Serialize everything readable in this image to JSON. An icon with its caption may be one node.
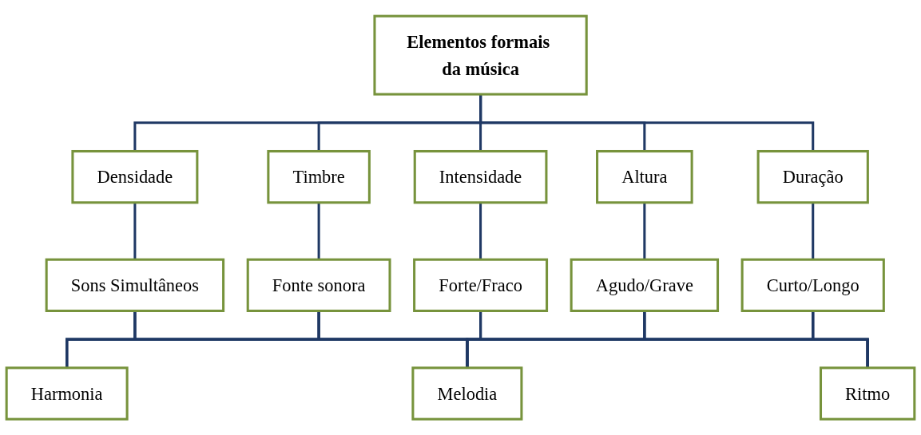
{
  "diagram": {
    "nodes": [
      {
        "text": [
          "Elementos formais da música"
        ]
      },
      {
        "text": [
          "Densidade"
        ]
      },
      {
        "text": [
          "Timbre"
        ]
      },
      {
        "text": [
          "Intensidade"
        ]
      },
      {
        "text": [
          "Altura"
        ]
      },
      {
        "text": [
          "Duração"
        ]
      },
      {
        "text": [
          "Sons Simultâneos"
        ]
      },
      {
        "text": [
          "Fonte sonora"
        ]
      },
      {
        "text": [
          "Forte/Fraco"
        ]
      },
      {
        "text": [
          "Agudo/Grave"
        ]
      },
      {
        "text": [
          "Curto/Longo"
        ]
      },
      {
        "text": [
          "Harmonia"
        ]
      },
      {
        "text": [
          "Melodia"
        ]
      },
      {
        "text": [
          "Ritmo"
        ]
      }
    ],
    "edges": [
      {
        "from": 0,
        "to": 1,
        "arrow": "none"
      },
      {
        "from": 0,
        "to": 2,
        "arrow": "none"
      },
      {
        "from": 0,
        "to": 3,
        "arrow": "none"
      },
      {
        "from": 0,
        "to": 4,
        "arrow": "none"
      },
      {
        "from": 0,
        "to": 5,
        "arrow": "none"
      },
      {
        "from": 1,
        "to": 6,
        "arrow": "none"
      },
      {
        "from": 2,
        "to": 7,
        "arrow": "none"
      },
      {
        "from": 3,
        "to": 8,
        "arrow": "none"
      },
      {
        "from": 4,
        "to": 9,
        "arrow": "none"
      },
      {
        "from": 5,
        "to": 10,
        "arrow": "none"
      },
      {
        "from": 6,
        "to": 11,
        "arrow": "none"
      },
      {
        "from": 6,
        "to": 12,
        "arrow": "none"
      },
      {
        "from": 6,
        "to": 13,
        "arrow": "none"
      },
      {
        "from": 7,
        "to": 11,
        "arrow": "none"
      },
      {
        "from": 7,
        "to": 12,
        "arrow": "none"
      },
      {
        "from": 7,
        "to": 13,
        "arrow": "none"
      },
      {
        "from": 8,
        "to": 11,
        "arrow": "none"
      },
      {
        "from": 8,
        "to": 12,
        "arrow": "none"
      },
      {
        "from": 8,
        "to": 13,
        "arrow": "none"
      },
      {
        "from": 9,
        "to": 11,
        "arrow": "none"
      },
      {
        "from": 9,
        "to": 12,
        "arrow": "none"
      },
      {
        "from": 9,
        "to": 13,
        "arrow": "none"
      },
      {
        "from": 10,
        "to": 11,
        "arrow": "none"
      },
      {
        "from": 10,
        "to": 12,
        "arrow": "none"
      },
      {
        "from": 10,
        "to": 13,
        "arrow": "none"
      }
    ]
  }
}
